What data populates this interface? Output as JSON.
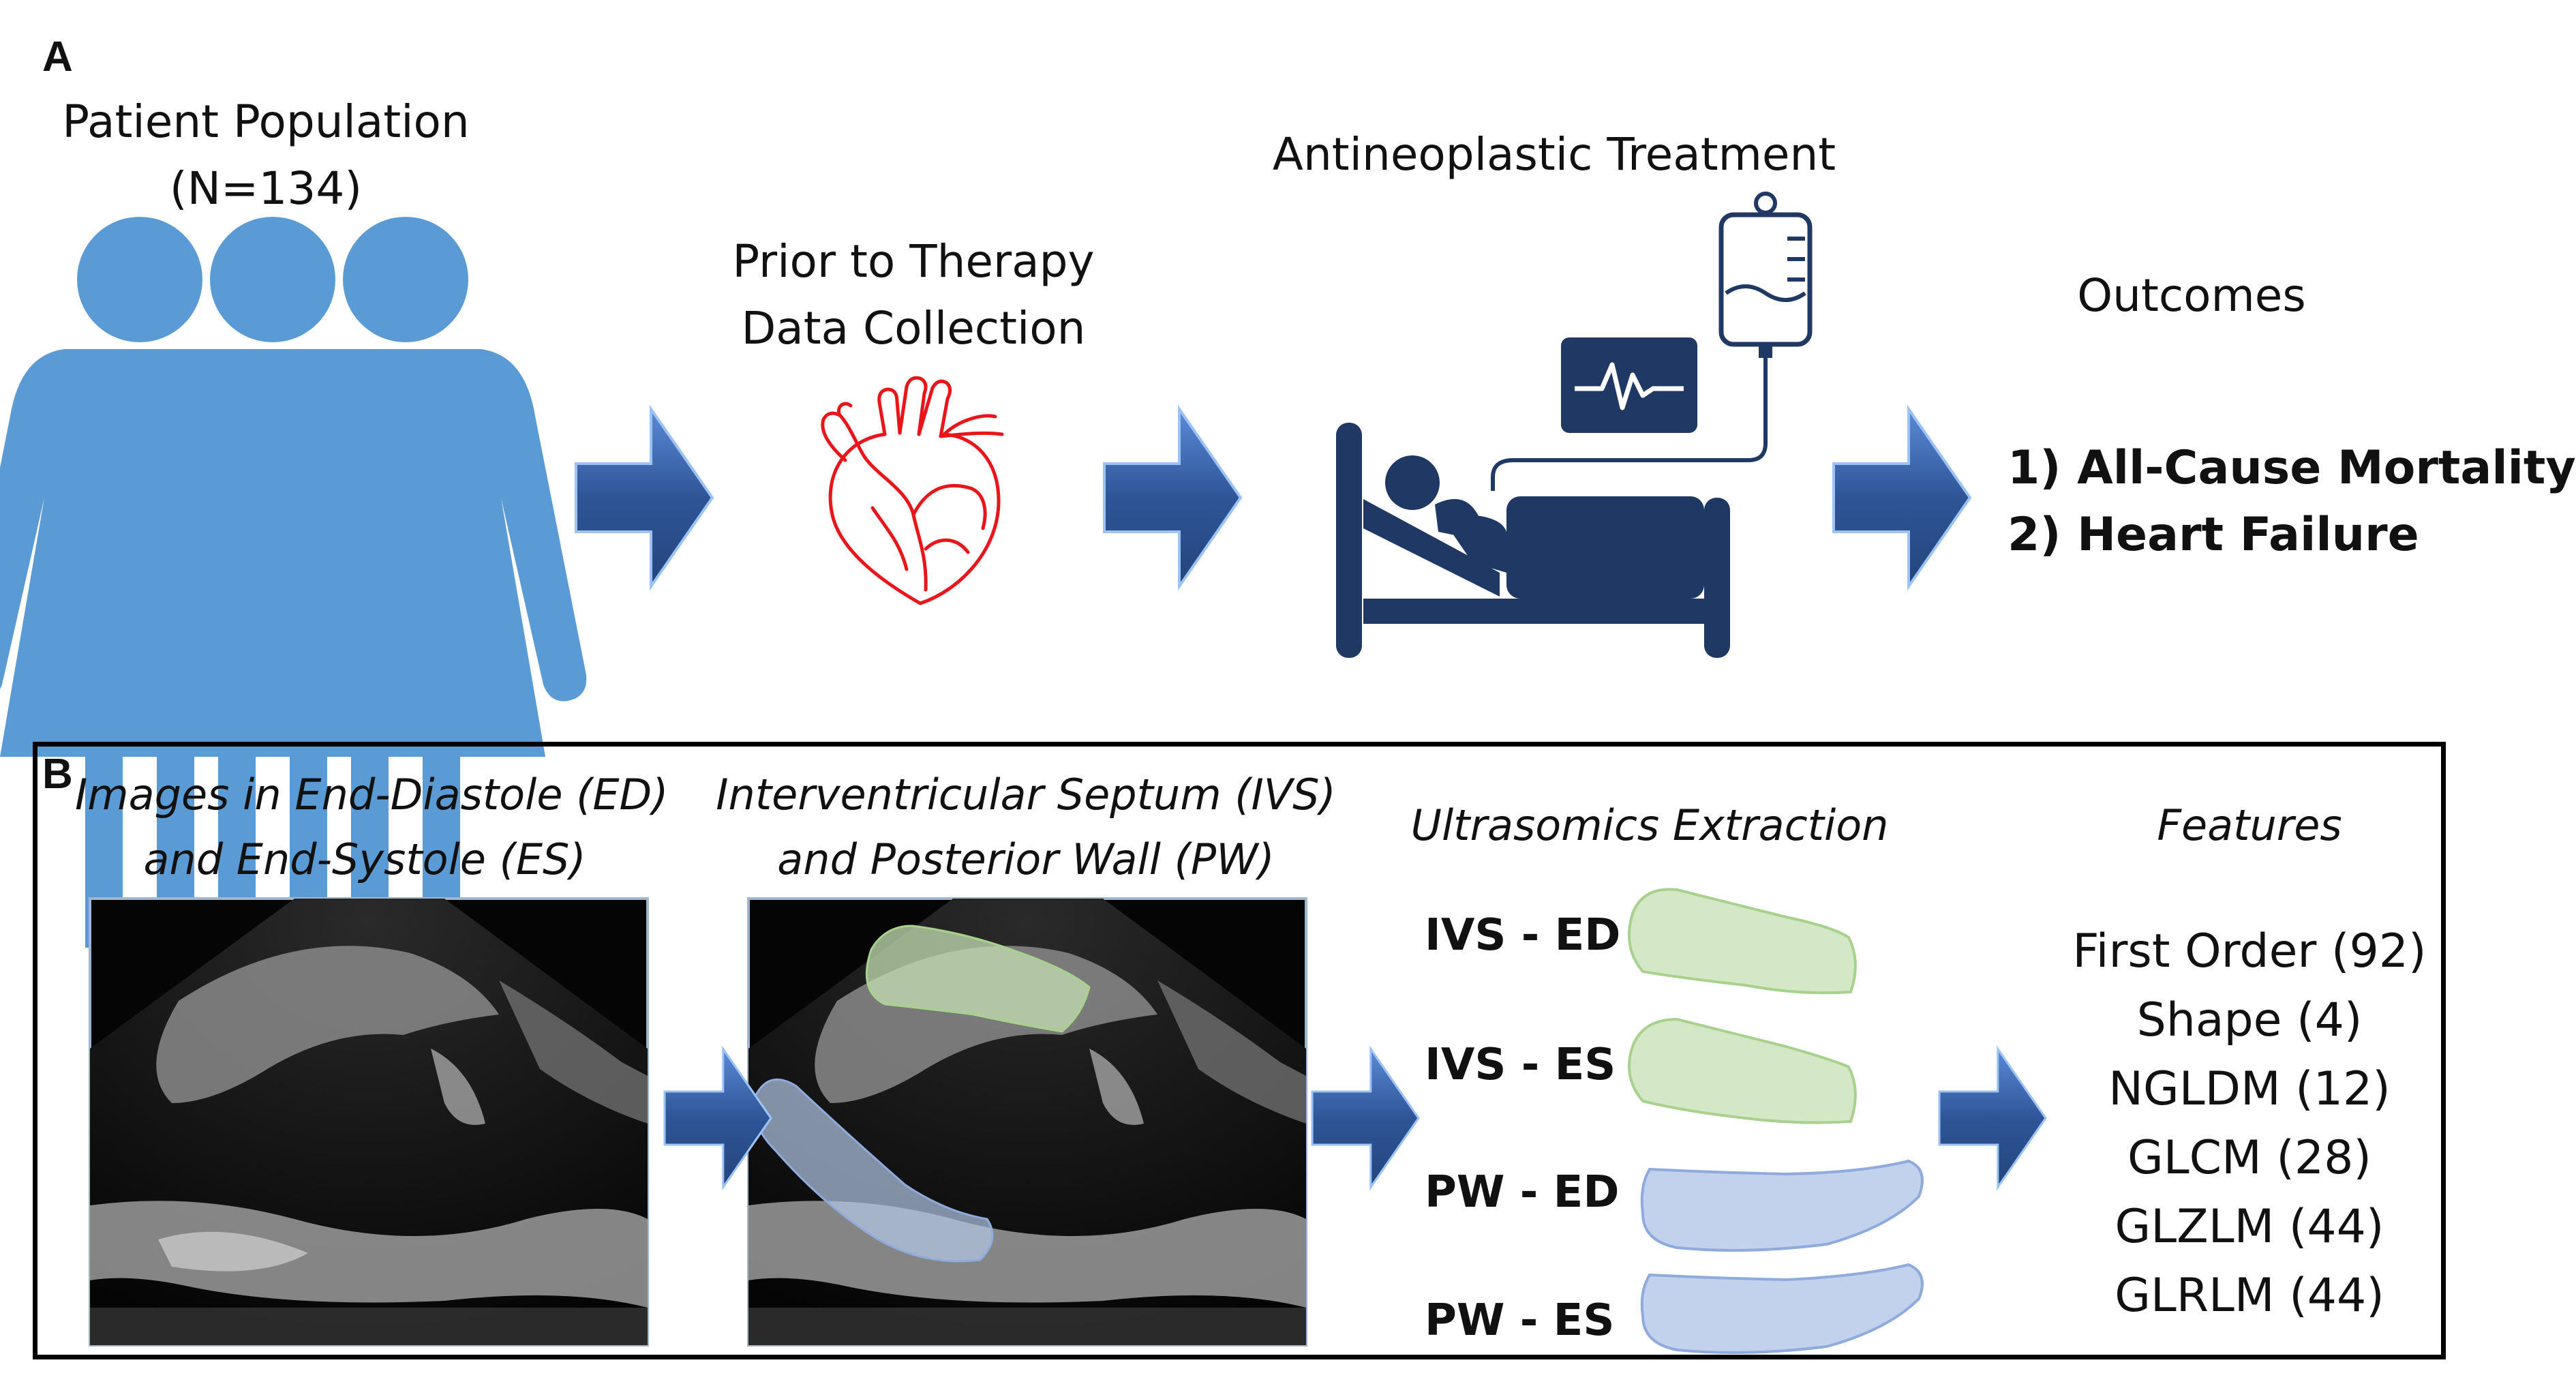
{
  "panel_a": {
    "letter": "A",
    "population": {
      "line1": "Patient Population",
      "line2": "(N=134)"
    },
    "prior": {
      "line1": "Prior to Therapy",
      "line2": "Data Collection"
    },
    "treatment": {
      "title": "Antineoplastic Treatment"
    },
    "outcomes": {
      "title": "Outcomes",
      "items": [
        "1) All-Cause Mortality",
        "2) Heart Failure"
      ]
    }
  },
  "panel_b": {
    "letter": "B",
    "images_caption": {
      "line1": "Images in End-Diastole (ED)",
      "line2": "and End-Systole (ES)"
    },
    "segmentation_caption": {
      "line1": "Interventricular Septum (IVS)",
      "line2": "and Posterior Wall (PW)"
    },
    "extraction_caption": "Ultrasomics Extraction",
    "roi_labels": [
      "IVS - ED",
      "IVS - ES",
      "PW - ED",
      "PW - ES"
    ],
    "features_title": "Features",
    "features": [
      "First Order (92)",
      "Shape (4)",
      "NGLDM (12)",
      "GLCM (28)",
      "GLZLM (44)",
      "GLRLM (44)"
    ]
  },
  "colors": {
    "person_blue": "#5b9bd5",
    "arrow_blue": "#2f5597",
    "heart_red": "#e8161b",
    "hospital_navy": "#1f3864",
    "ivs_green": "#c5e0b4",
    "pw_blue": "#b4c7e7"
  },
  "icons": [
    "person-icon",
    "heart-icon",
    "hospital-bed-icon",
    "monitor-icon",
    "iv-bag-icon",
    "arrow-icon"
  ]
}
